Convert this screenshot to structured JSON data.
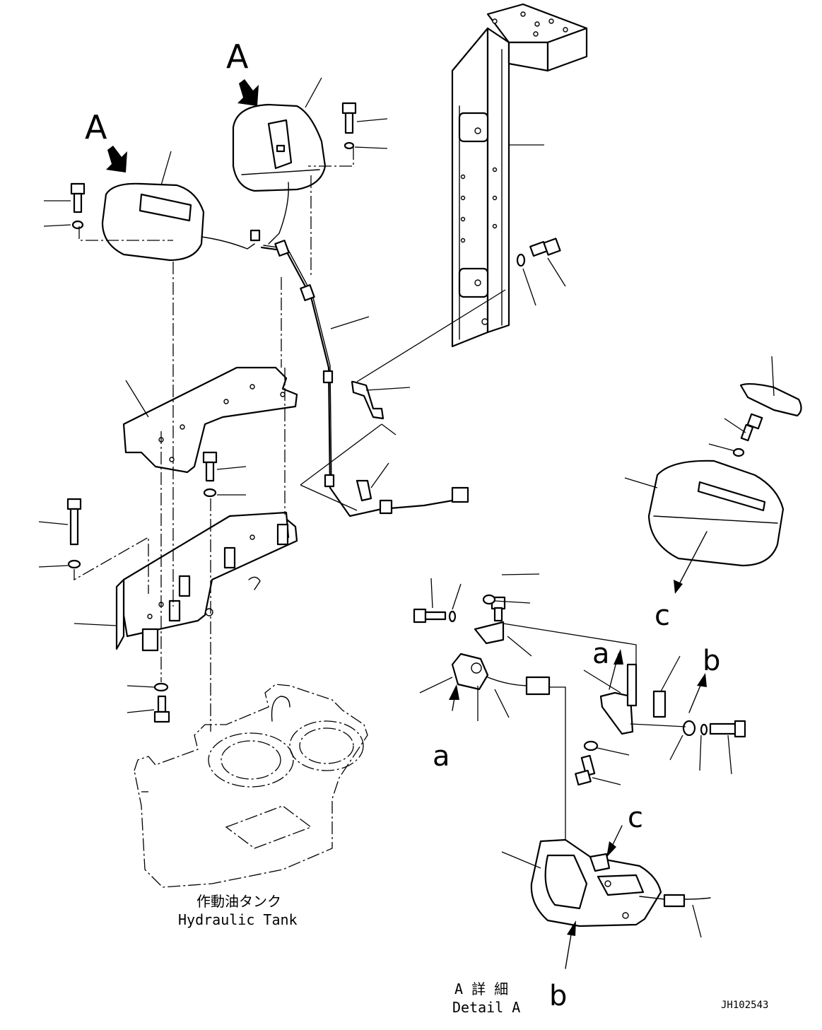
{
  "view_labels": {
    "view_a_left": "A",
    "view_a_top": "A"
  },
  "callouts": {
    "a_top": "a",
    "a_bottom": "a",
    "b_top": "b",
    "b_bottom": "b",
    "c_top": "c",
    "c_bottom": "c"
  },
  "hydraulic_tank": {
    "label_jp": "作動油タンク",
    "label_en": "Hydraulic Tank"
  },
  "detail_a": {
    "label_jp": "A 詳 細",
    "label_en": "Detail A"
  },
  "drawing_number": "JH102543"
}
